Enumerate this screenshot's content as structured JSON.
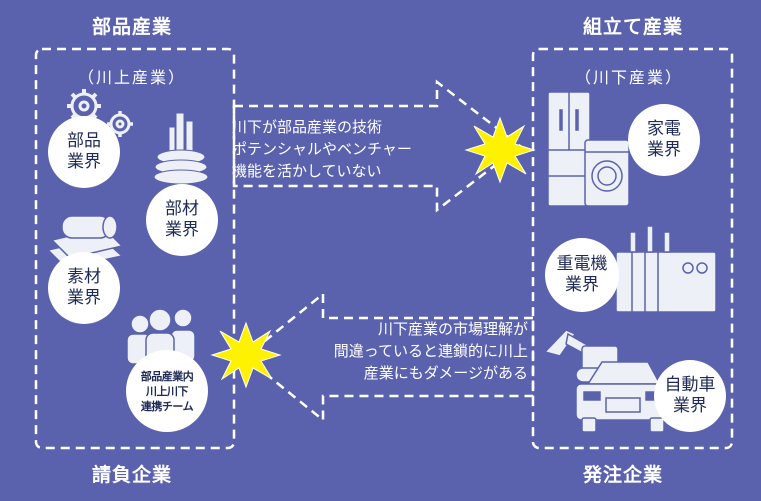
{
  "left": {
    "title": "部品産業",
    "subtitle": "（川上産業）",
    "footer": "請負企業",
    "circles": {
      "parts": "部品\n業界",
      "materials": "部材\n業界",
      "raw": "素材\n業界",
      "team": "部品産業内\n川上川下\n連携チーム"
    }
  },
  "right": {
    "title": "組立て産業",
    "subtitle": "（川下産業）",
    "footer": "発注企業",
    "circles": {
      "appliance": "家電\n業界",
      "heavy": "重電機\n業界",
      "auto": "自動車\n業界"
    }
  },
  "arrows": {
    "top_text": "川下が部品産業の技術\nポテンシャルやベンチャー\n機能を活かしていない",
    "bottom_text": "川下産業の市場理解が\n間違っていると連鎖的に川上\n産業にもダメージがある"
  },
  "colors": {
    "background": "#5b62ad",
    "text": "#ffffff",
    "burst": "#fff200",
    "circle": "#ffffff",
    "icon_fill": "#eef0f8"
  },
  "icons": [
    "gear-icon",
    "pillar-icon",
    "sheet-roll-icon",
    "people-icon",
    "refrigerator-icon",
    "washing-machine-icon",
    "transformer-icon",
    "excavator-icon",
    "car-icon",
    "burst-icon"
  ]
}
